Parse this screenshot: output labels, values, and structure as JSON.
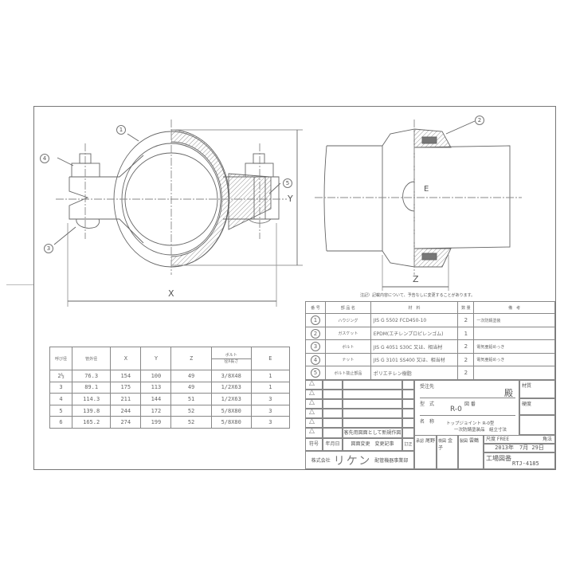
{
  "drawing": {
    "balloons": [
      "1",
      "2",
      "3",
      "4",
      "5"
    ],
    "dim_labels": {
      "x": "X",
      "y": "Y",
      "z": "Z",
      "e": "E"
    },
    "note": "注記）記載内容について、予告なしに変更することがあります。"
  },
  "dimension_table": {
    "headers": [
      "呼び径",
      "管外径",
      "X",
      "Y",
      "Z",
      "ボルト",
      "E"
    ],
    "bolt_subheader": "径X長さ",
    "rows": [
      [
        "2½",
        "76.3",
        "154",
        "100",
        "49",
        "3/8X48",
        "1"
      ],
      [
        "3",
        "89.1",
        "175",
        "113",
        "49",
        "1/2X63",
        "1"
      ],
      [
        "4",
        "114.3",
        "211",
        "144",
        "51",
        "1/2X63",
        "3"
      ],
      [
        "5",
        "139.8",
        "244",
        "172",
        "52",
        "5/8X80",
        "3"
      ],
      [
        "6",
        "165.2",
        "274",
        "199",
        "52",
        "5/8X80",
        "3"
      ]
    ]
  },
  "parts_list": {
    "headers": [
      "番 号",
      "部 品 名",
      "材　料",
      "数 量",
      "備　考"
    ],
    "rows": [
      {
        "no": "1",
        "name": "ハウジング",
        "material": "JIS G 5502 FCD450-10",
        "qty": "2",
        "remarks": "一次防錆塗装"
      },
      {
        "no": "2",
        "name": "ガスケット",
        "material": "EPDM(エチレンプロピレンゴム)",
        "qty": "1",
        "remarks": ""
      },
      {
        "no": "3",
        "name": "ボルト",
        "material": "JIS G 4051 S30C 又は、相当材",
        "qty": "2",
        "remarks": "電気亜鉛めっき"
      },
      {
        "no": "4",
        "name": "ナット",
        "material": "JIS G 3101 SS400 又は、相当材",
        "qty": "2",
        "remarks": "電気亜鉛めっき"
      },
      {
        "no": "5",
        "name": "ボルト抜止部品",
        "material": "ポリエチレン樹脂",
        "qty": "2",
        "remarks": ""
      }
    ]
  },
  "title_block": {
    "revision_note": "客先用図面として新規作図",
    "rev_headers": {
      "sign": "符号",
      "date": "年月日",
      "change": "図面変更　変更記事",
      "correct": "訂正"
    },
    "company": {
      "prefix": "株式会社",
      "name": "リケン",
      "division": "配管機器事業部"
    },
    "client_label": "受注先",
    "client_suffix": "殿",
    "model_label": "型　式",
    "drawing_no_label": "図 番",
    "model": "R-0",
    "name_label": "名　称",
    "name_line1": "トップジョイント R-0型",
    "name_line2": "一次防錆塗装品　組立寸法",
    "material_label": "材質",
    "hardness_label": "硬度",
    "approved_label": "承認",
    "approved_by": "尾野",
    "checked_label": "検図",
    "checked_by": "金子",
    "drawn_label": "製図",
    "drawn_by": "雲鶴",
    "scale": "尺度 FREE",
    "projection": "角法",
    "date": "2013年　7月 29日",
    "factory_no_label": "工場図番",
    "factory_no": "RTJ-4185"
  }
}
